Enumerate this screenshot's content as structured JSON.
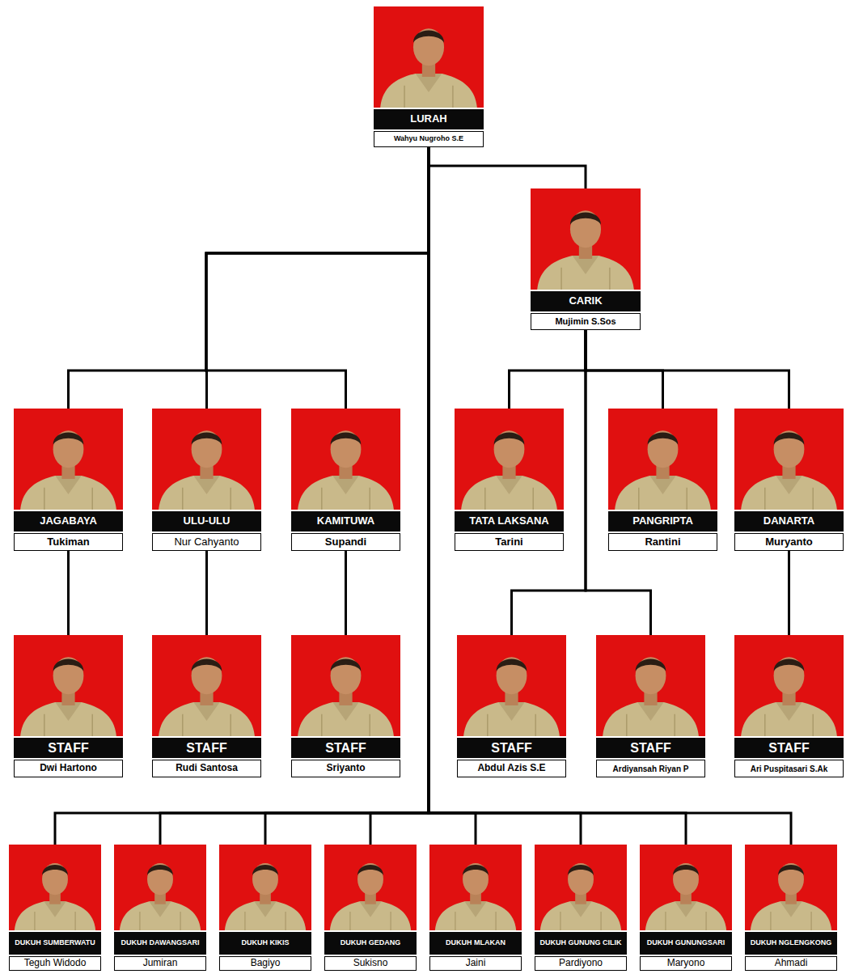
{
  "diagram": {
    "nodes": [
      {
        "text": [
          "LURAH",
          "Wahyu Nugroho S.E"
        ]
      },
      {
        "text": [
          "CARIK",
          "Mujimin S.Sos"
        ]
      },
      {
        "text": [
          "JAGABAYA",
          "Tukiman"
        ]
      },
      {
        "text": [
          "ULU-ULU",
          "Nur Cahyanto"
        ]
      },
      {
        "text": [
          "KAMITUWA",
          "Supandi"
        ]
      },
      {
        "text": [
          "TATA LAKSANA",
          "Tarini"
        ]
      },
      {
        "text": [
          "PANGRIPTA",
          "Rantini"
        ]
      },
      {
        "text": [
          "DANARTA",
          "Muryanto"
        ]
      },
      {
        "text": [
          "STAFF",
          "Dwi Hartono"
        ]
      },
      {
        "text": [
          "STAFF",
          "Rudi Santosa"
        ]
      },
      {
        "text": [
          "STAFF",
          "Sriyanto"
        ]
      },
      {
        "text": [
          "STAFF",
          "Abdul Azis S.E"
        ]
      },
      {
        "text": [
          "STAFF",
          "Ardiyansah Riyan P"
        ]
      },
      {
        "text": [
          "STAFF",
          "Ari Puspitasari S.Ak"
        ]
      },
      {
        "text": [
          "DUKUH SUMBERWATU",
          "Teguh Widodo"
        ]
      },
      {
        "text": [
          "DUKUH DAWANGSARI",
          "Jumiran"
        ]
      },
      {
        "text": [
          "DUKUH KIKIS",
          "Bagiyo"
        ]
      },
      {
        "text": [
          "DUKUH GEDANG",
          "Sukisno"
        ]
      },
      {
        "text": [
          "DUKUH MLAKAN",
          "Jaini"
        ]
      },
      {
        "text": [
          "DUKUH GUNUNG CILIK",
          "Pardiyono"
        ]
      },
      {
        "text": [
          "DUKUH GUNUNGSARI",
          "Maryono"
        ]
      },
      {
        "text": [
          "DUKUH NGLENGKONG",
          "Ahmadi"
        ]
      }
    ],
    "edges": [
      {
        "from": 0,
        "to": 1,
        "arrow": "none"
      },
      {
        "from": 0,
        "to": 2,
        "arrow": "none"
      },
      {
        "from": 0,
        "to": 3,
        "arrow": "none"
      },
      {
        "from": 0,
        "to": 4,
        "arrow": "none"
      },
      {
        "from": 1,
        "to": 5,
        "arrow": "none"
      },
      {
        "from": 1,
        "to": 6,
        "arrow": "none"
      },
      {
        "from": 1,
        "to": 7,
        "arrow": "none"
      },
      {
        "from": 2,
        "to": 8,
        "arrow": "none"
      },
      {
        "from": 3,
        "to": 9,
        "arrow": "none"
      },
      {
        "from": 4,
        "to": 10,
        "arrow": "none"
      },
      {
        "from": 1,
        "to": 11,
        "arrow": "none"
      },
      {
        "from": 1,
        "to": 12,
        "arrow": "none"
      },
      {
        "from": 7,
        "to": 13,
        "arrow": "none"
      },
      {
        "from": 0,
        "to": 14,
        "arrow": "none"
      },
      {
        "from": 0,
        "to": 15,
        "arrow": "none"
      },
      {
        "from": 0,
        "to": 16,
        "arrow": "none"
      },
      {
        "from": 0,
        "to": 17,
        "arrow": "none"
      },
      {
        "from": 0,
        "to": 18,
        "arrow": "none"
      },
      {
        "from": 0,
        "to": 19,
        "arrow": "none"
      },
      {
        "from": 0,
        "to": 20,
        "arrow": "none"
      },
      {
        "from": 0,
        "to": 21,
        "arrow": "none"
      }
    ]
  }
}
